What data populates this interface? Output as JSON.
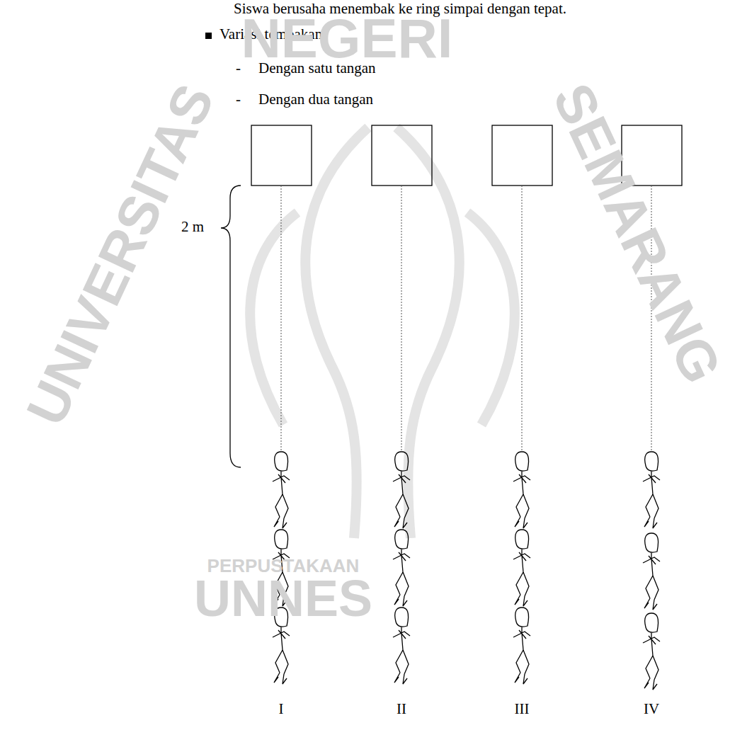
{
  "diagram": {
    "labels": [
      "Siswa berusaha menembak ke ring simpai dengan tepat.",
      "Variasi tembakan",
      "-",
      "Dengan satu tangan",
      "-",
      "Dengan dua tangan",
      "2 m",
      "I",
      "II",
      "III",
      "IV",
      "UNIVERSITAS",
      "NEGERI",
      "SEMARANG",
      "PERPUSTAKAAN",
      "UNNES"
    ]
  }
}
